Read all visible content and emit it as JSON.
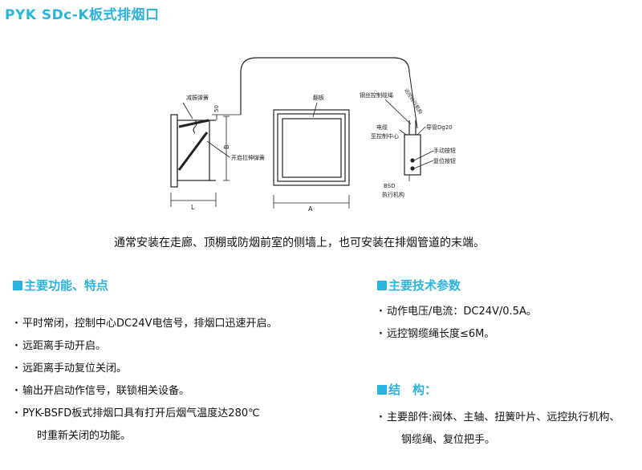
{
  "title": "PYK SDc-K板式排烟口",
  "diagram": {
    "label_spring_damper": "减振弹簧",
    "label_50": "50",
    "label_B": "B",
    "label_open_spring": "开启拉伸弹簧",
    "label_L": "L",
    "label_blade": "翻板",
    "label_A": "A",
    "label_wire_rope": "钢丝控制缆绳",
    "label_far_control": "远控执行机构",
    "label_cable": "电缆",
    "label_control_center": "至控制中心",
    "label_conduit": "导管Dg20",
    "label_manual_button": "手动按钮",
    "label_reset_button": "复位按钮",
    "label_bsd": "BSD",
    "label_actuator": "执行机构"
  },
  "intro": "通常安装在走廊、顶棚或防烟前室的侧墙上，也可安装在排烟管道的末端。",
  "features": {
    "heading": "主要功能、特点",
    "items": [
      "平时常闭，控制中心DC24V电信号，排烟口迅速开启。",
      "远距离手动开启。",
      "远距离手动复位关闭。",
      "输出开启动作信号，联锁相关设备。",
      "PYK-BSFD板式排烟口具有打开后烟气温度达280℃",
      "时重新关闭的功能。"
    ]
  },
  "tech": {
    "heading": "主要技术参数",
    "items": [
      "动作电压/电流：DC24V/0.5A。",
      "远控钢缆绳长度≤6M。"
    ]
  },
  "structure": {
    "heading": "结　构：",
    "items": [
      "主要部件:阀体、主轴、扭簧叶片、远控执行机构、",
      "钢缆绳、复位把手。"
    ]
  }
}
